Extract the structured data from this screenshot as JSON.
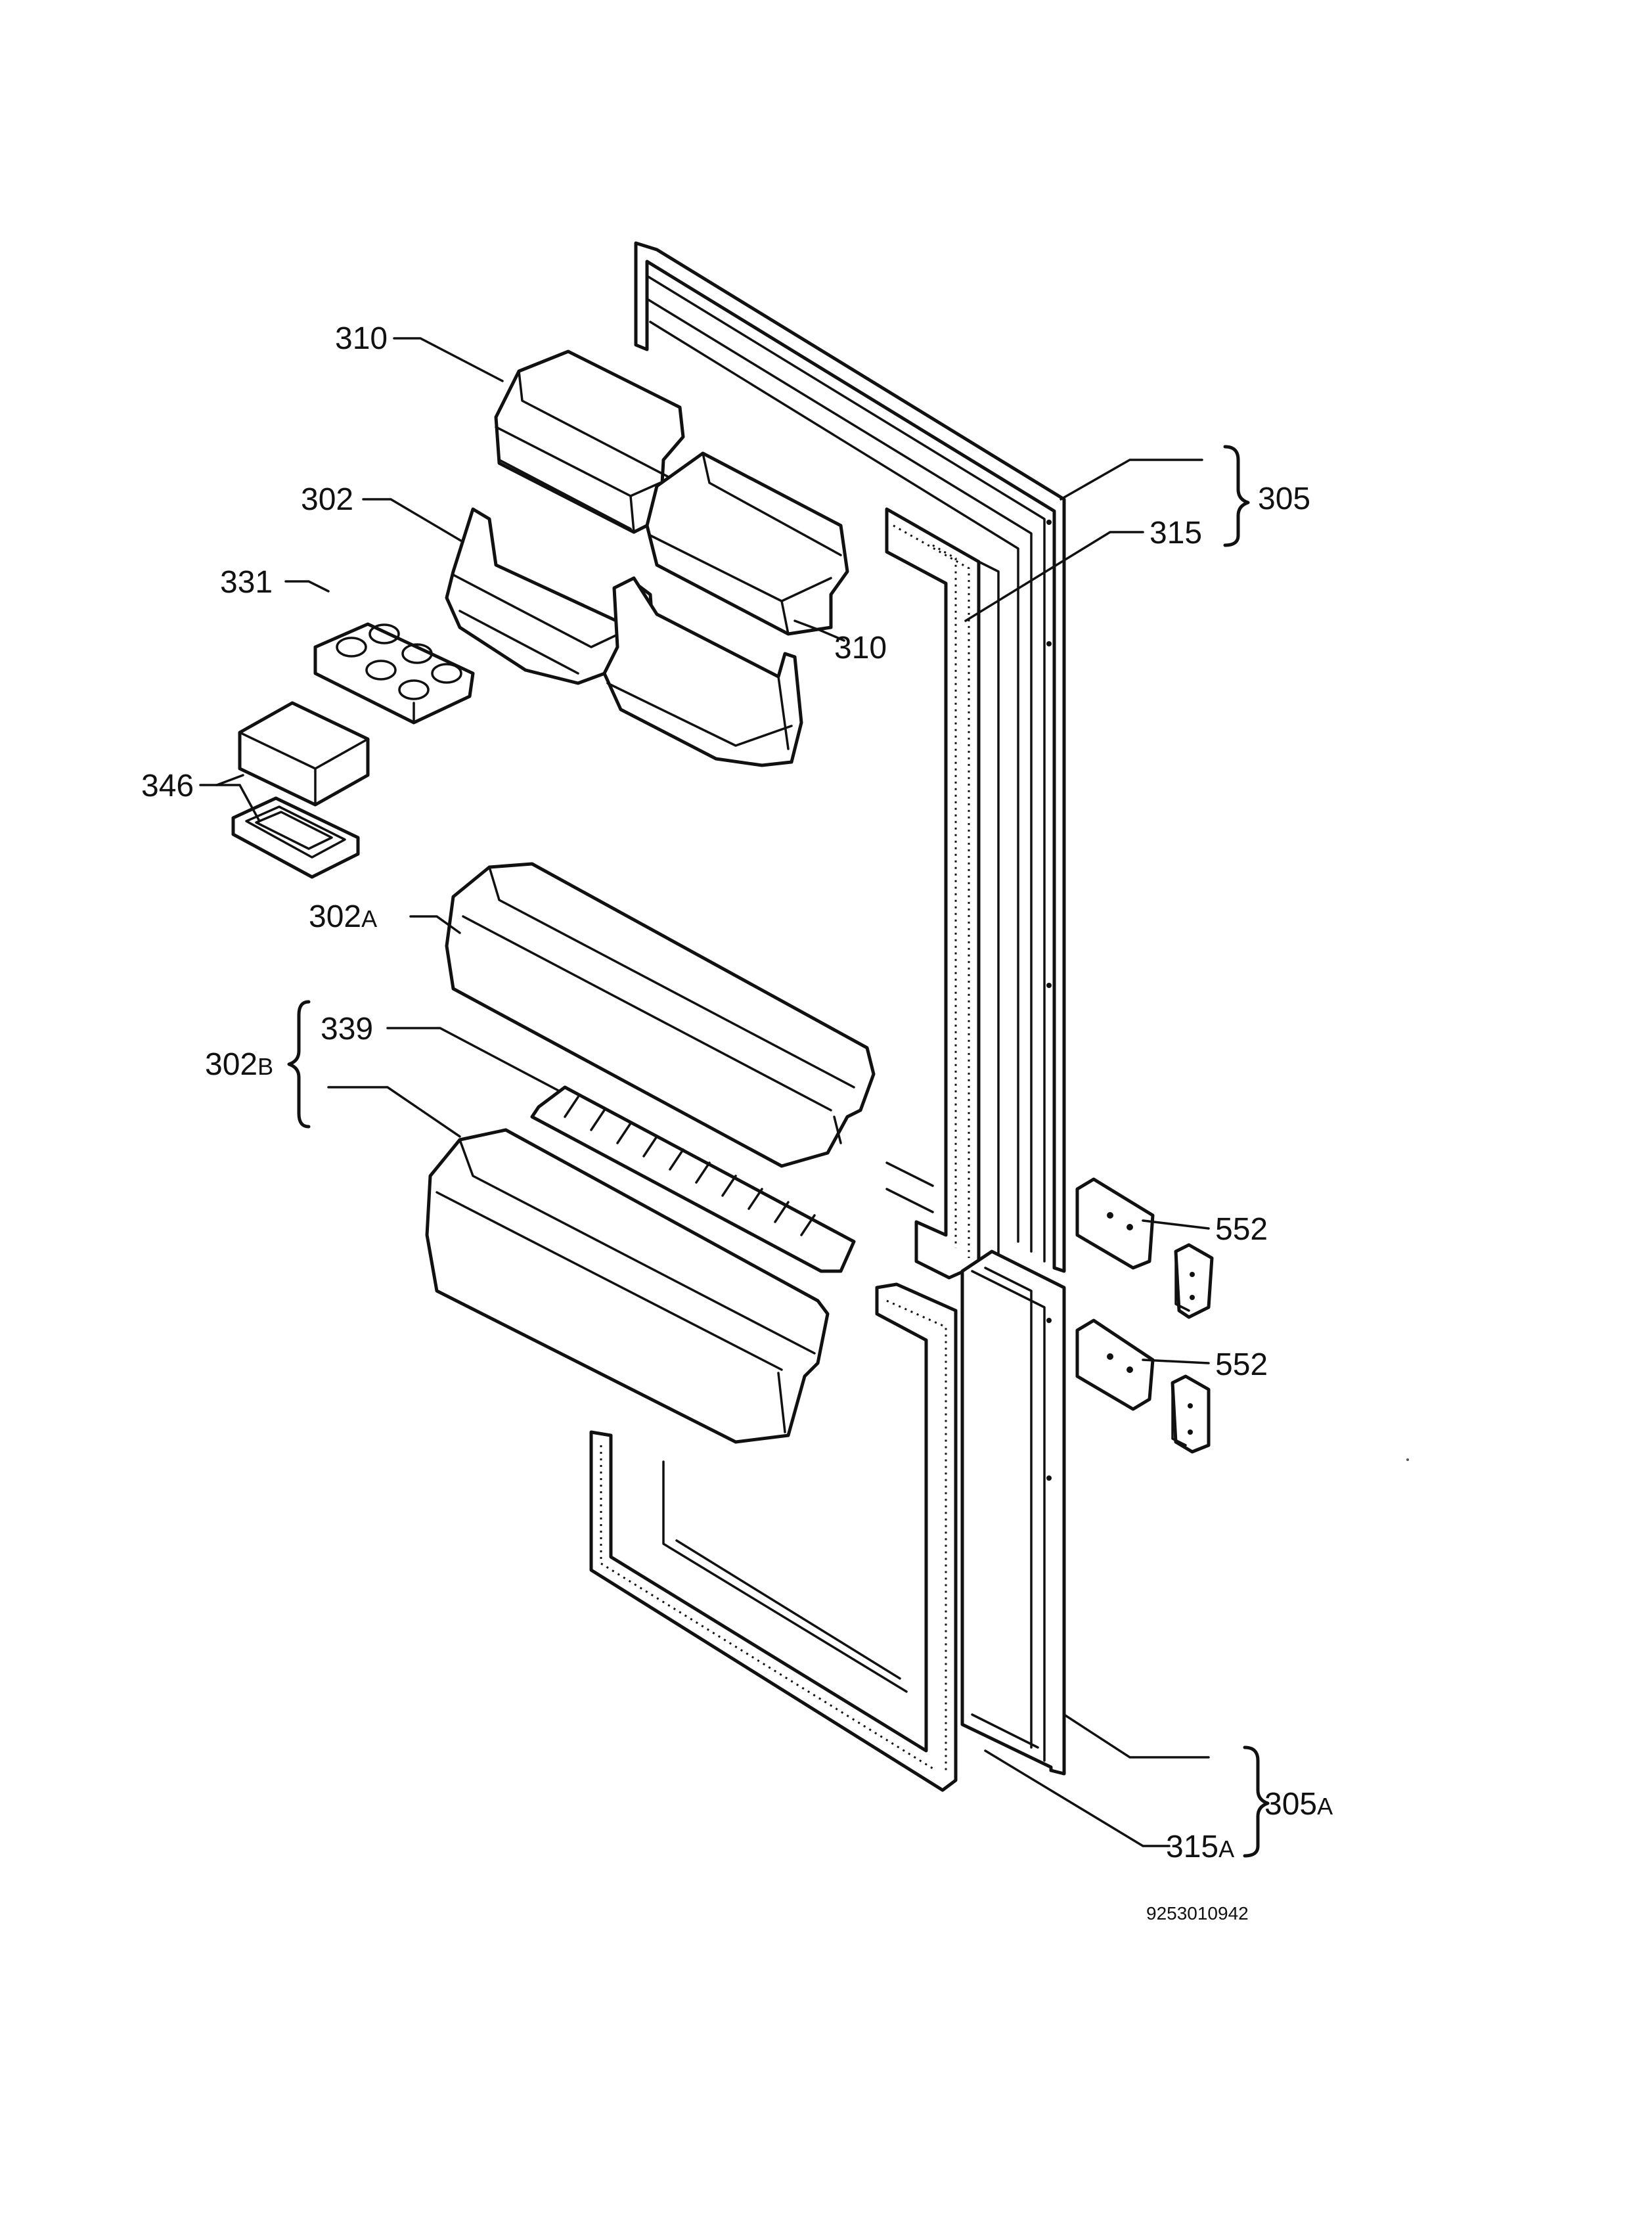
{
  "diagram": {
    "drawing_code": "9253010942",
    "callouts": {
      "c310_top": "310",
      "c310_right": "310",
      "c302": "302",
      "c331": "331",
      "c346": "346",
      "c302a_num": "302",
      "c302a_suffix": "A",
      "c302b_num": "302",
      "c302b_suffix": "B",
      "c339": "339",
      "c305": "305",
      "c315": "315",
      "c552_top": "552",
      "c552_bottom": "552",
      "c305a_num": "305",
      "c305a_suffix": "A",
      "c315a_num": "315",
      "c315a_suffix": "A"
    }
  }
}
